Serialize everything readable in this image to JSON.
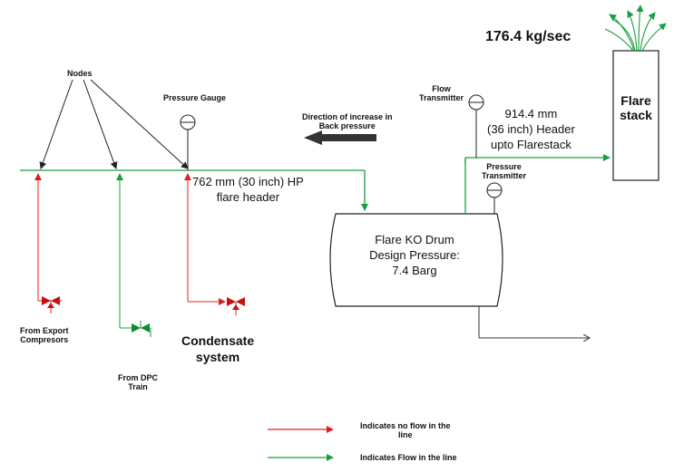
{
  "labels": {
    "flow_rate": "176.4 kg/sec",
    "nodes": "Nodes",
    "pressure_gauge": "Pressure Gauge",
    "flow_transmitter_line1": "Flow",
    "flow_transmitter_line2": "Transmitter",
    "direction_line1": "Direction of increase in",
    "direction_line2": "Back pressure",
    "header_36_line1": "914.4 mm",
    "header_36_line2": "(36 inch) Header",
    "header_36_line3": "upto Flarestack",
    "pressure_transmitter_line1": "Pressure",
    "pressure_transmitter_line2": "Transmitter",
    "flare_stack_line1": "Flare",
    "flare_stack_line2": "stack",
    "hp_header_line1": "762 mm (30 inch) HP",
    "hp_header_line2": "flare header",
    "ko_drum_line1": "Flare KO Drum",
    "ko_drum_line2": "Design Pressure:",
    "ko_drum_line3": "7.4 Barg",
    "export_line1": "From Export",
    "export_line2": "Compresors",
    "dpc_line1": "From DPC",
    "dpc_line2": "Train",
    "condensate_line1": "Condensate",
    "condensate_line2": "system"
  },
  "legend": {
    "no_flow_line1": "Indicates no flow in the",
    "no_flow_line2": "line",
    "flow": "Indicates Flow in the line"
  },
  "colors": {
    "no_flow": "#e02020",
    "flow": "#18a040",
    "valve_red": "#c81010",
    "valve_green": "#108a30",
    "outline": "#222222",
    "gray_arrow": "#333333"
  }
}
